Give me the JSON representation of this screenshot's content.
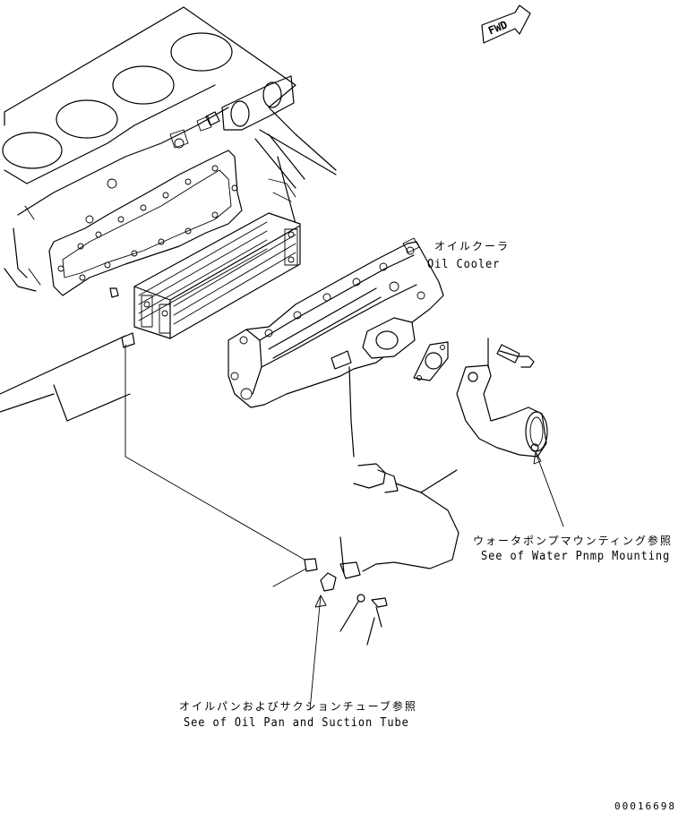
{
  "diagram": {
    "orientation_marker": "FWD",
    "callouts": {
      "oil_cooler": {
        "jp": "オイルクーラ",
        "en": "Oil Cooler"
      },
      "water_pump": {
        "jp": "ウォータポンプマウンティング参照",
        "en": "See of Water Pnmp Mounting"
      },
      "oil_pan": {
        "jp": "オイルパンおよびサクションチューブ参照",
        "en": "See of Oil Pan and Suction Tube"
      }
    },
    "drawing_number": "00016698"
  }
}
